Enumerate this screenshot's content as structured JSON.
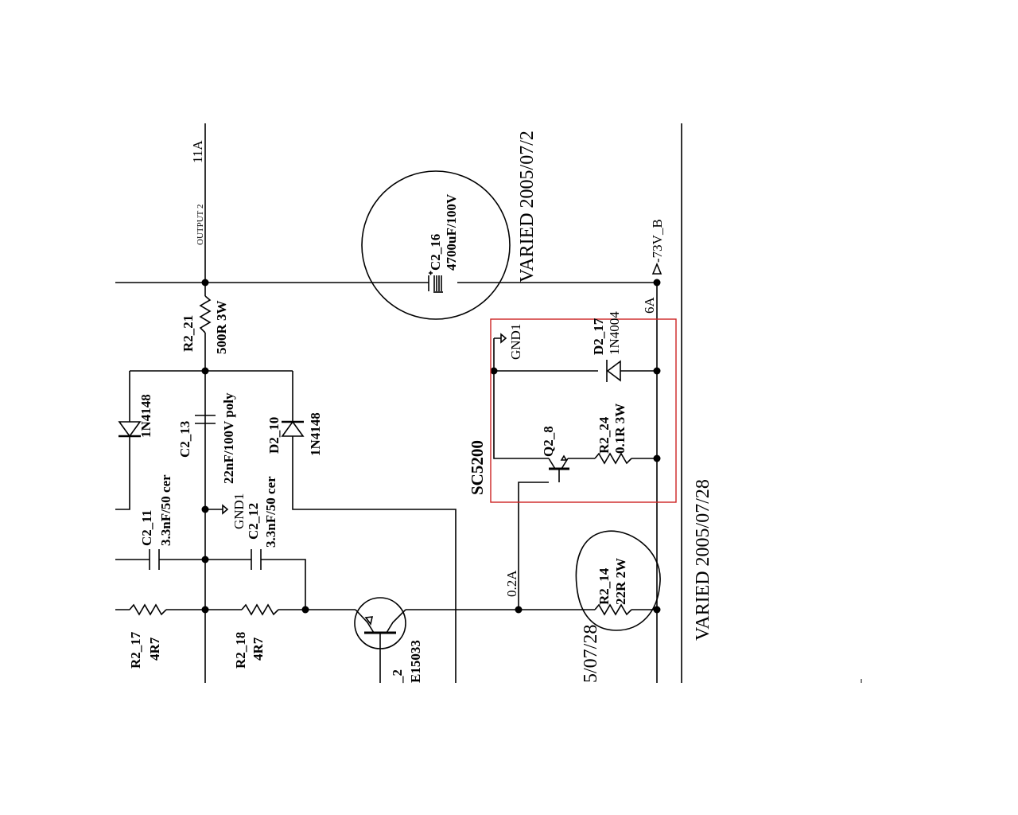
{
  "labels": {
    "output_2": "OUTPUT 2",
    "current_11a": "11A",
    "r2_21_ref": "R2_21",
    "r2_21_val": "500R 3W",
    "c2_16_ref": "C2_16",
    "c2_16_val": "4700uF/100V",
    "varied_top": "VARIED 2005/07/2",
    "net_73v": "-73V_B",
    "current_6a": "6A",
    "gnd1_top": "GND1",
    "d2_17_ref": "D2_17",
    "d2_17_val": "1N4004",
    "q2_8_ref": "Q2_8",
    "r2_24_ref": "R2_24",
    "r2_24_val": "0.1R 3W",
    "sc5200": "SC5200",
    "d_left_val": "1N4148",
    "c2_13_ref": "C2_13",
    "c2_13_val": "22nF/100V poly",
    "d2_10_ref": "D2_10",
    "d2_10_val": "1N4148",
    "c2_11_ref": "C2_11",
    "c2_11_val": "3.3nF/50 cer",
    "gnd1_mid": "GND1",
    "c2_12_ref": "C2_12",
    "c2_12_val": "3.3nF/50 cer",
    "current_02a": "0.2A",
    "r2_14_ref": "R2_14",
    "r2_14_val": "22R 2W",
    "varied_bottom": "VARIED 2005/07/28",
    "date_partial": "5/07/28",
    "r2_17_ref": "R2_17",
    "r2_17_val": "4R7",
    "r2_18_ref": "R2_18",
    "r2_18_val": "4R7",
    "q_partial_ref": "_2",
    "q_partial_val": "E15033"
  },
  "colors": {
    "ink": "#000000",
    "highlight_box": "#cc2222"
  }
}
